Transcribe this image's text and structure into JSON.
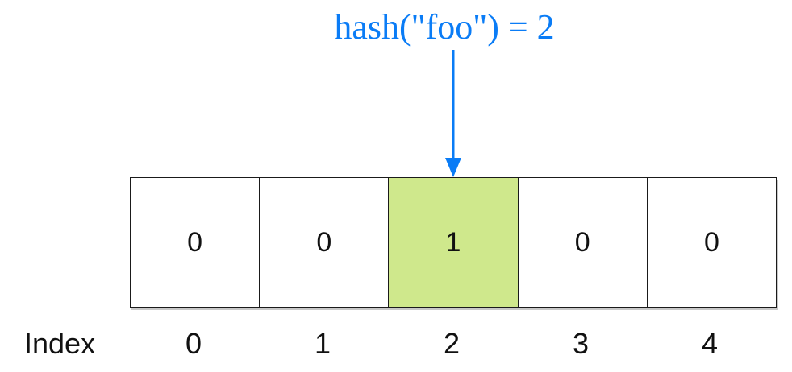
{
  "hash_label": "hash(\"foo\") = 2",
  "cells": [
    "0",
    "0",
    "1",
    "0",
    "0"
  ],
  "highlighted_index": 2,
  "index_label": "Index",
  "indices": [
    "0",
    "1",
    "2",
    "3",
    "4"
  ],
  "colors": {
    "accent": "#0a7cf6",
    "highlight": "#cfe88c",
    "border": "#1a1a1a"
  }
}
